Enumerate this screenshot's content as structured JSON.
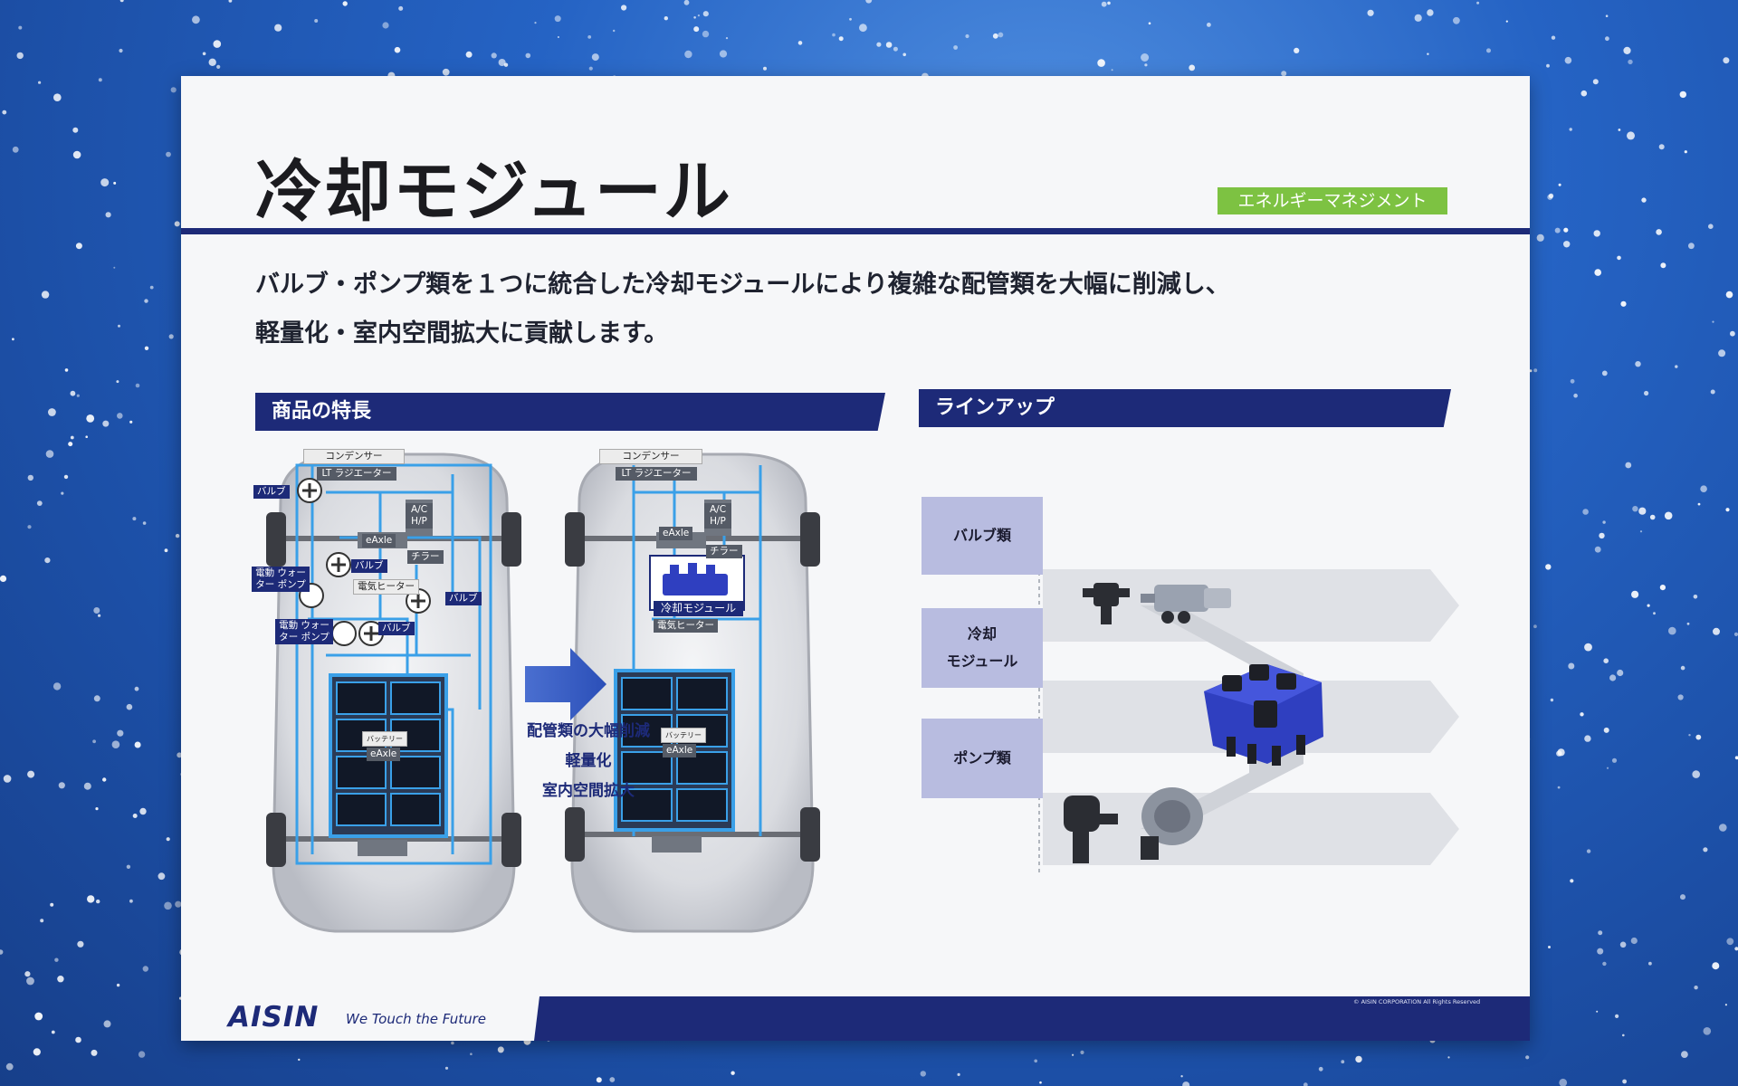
{
  "title": "冷却モジュール",
  "category_tag": "エネルギーマネジメント",
  "description": {
    "line1": "バルブ・ポンプ類を１つに統合した冷却モジュールにより複雑な配管類を大幅に削減し、",
    "line2": "軽量化・室内空間拡大に貢献します。"
  },
  "sections": {
    "features": "商品の特長",
    "lineup": "ラインアップ"
  },
  "diagram_before": {
    "condenser": "コンデンサー",
    "lt_radiator": "LT ラジエーター",
    "ac_hp": "A/C H/P",
    "eaxle_front": "eAxle",
    "chiller": "チラー",
    "valve": "バルブ",
    "electric_water_pump": "電動 ウォーター ポンプ",
    "electric_heater": "電気ヒーター",
    "battery": "バッテリー",
    "eaxle_rear": "eAxle"
  },
  "diagram_after": {
    "condenser": "コンデンサー",
    "lt_radiator": "LT ラジエーター",
    "ac_hp": "A/C H/P",
    "eaxle_front": "eAxle",
    "chiller": "チラー",
    "cooling_module": "冷却モジュール",
    "electric_heater": "電気ヒーター",
    "battery": "バッテリー",
    "eaxle_rear": "eAxle"
  },
  "benefits": [
    "配管類の大幅削減",
    "軽量化",
    "室内空間拡大"
  ],
  "lineup": {
    "valves": "バルブ類",
    "cooling_module_line1": "冷却",
    "cooling_module_line2": "モジュール",
    "pumps": "ポンプ類"
  },
  "footer": {
    "logo": "AISIN",
    "tagline": "We Touch the Future",
    "copyright": "© AISIN CORPORATION All Rights Reserved"
  },
  "colors": {
    "navy": "#1d2a78",
    "tag_green": "#7dc242",
    "coolant_line": "#3aa0e8",
    "module_blue": "#2f3fc0",
    "background_blue": "#2563c4"
  }
}
